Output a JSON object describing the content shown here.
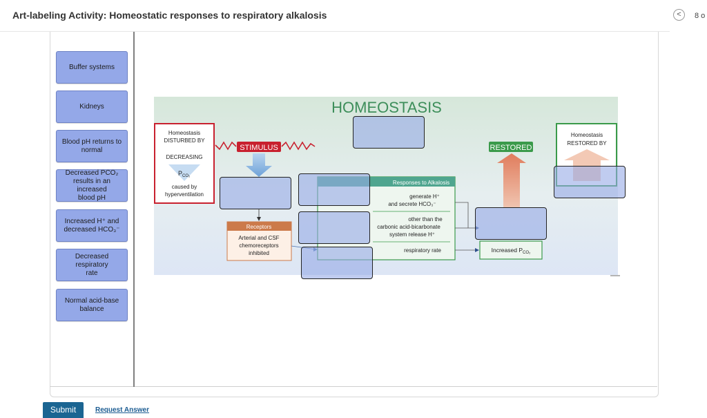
{
  "header": {
    "title": "Art-labeling Activity: Homeostatic responses to respiratory alkalosis",
    "nav_prev": "<",
    "page_count": "8 o"
  },
  "labels": [
    {
      "text": "Buffer systems"
    },
    {
      "text": "Kidneys"
    },
    {
      "text": "Blood pH returns to\nnormal"
    },
    {
      "text": "Decreased PCO₂\nresults in an increased\nblood pH"
    },
    {
      "text": "Increased H⁺ and\ndecreased HCO₃⁻"
    },
    {
      "text": "Decreased respiratory\nrate"
    },
    {
      "text": "Normal acid-base\nbalance"
    }
  ],
  "diagram": {
    "title": "HOMEOSTASIS",
    "disturbed_line1": "Homeostasis",
    "disturbed_line2": "DISTURBED BY",
    "decreasing": "DECREASING",
    "pco2": "P",
    "pco2_sub": "CO₂",
    "caused_by": "caused by",
    "hyperventilation": "hyperventilation",
    "stimulus": "STIMULUS",
    "restored": "RESTORED",
    "restored_line1": "Homeostasis",
    "restored_line2": "RESTORED BY",
    "receptors_header": "Receptors",
    "receptors_line1": "Arterial and CSF",
    "receptors_line2": "chemoreceptors",
    "receptors_line3": "inhibited",
    "responses_header": "Responses to Alkalosis",
    "resp1_line1": "generate H⁺",
    "resp1_line2": "and secrete HCO₃⁻",
    "resp2_line1": "other than the",
    "resp2_line2": "carbonic acid-bicarbonate",
    "resp2_line3": "system release H⁺",
    "resp3": "respiratory rate",
    "increased_pco2": "Increased P",
    "increased_pco2_sub": "CO₂",
    "colors": {
      "red": "#c8202e",
      "green": "#3a9a4a",
      "orange_header": "#cc7a4a",
      "teal_header": "#4fa58f",
      "band": "#d8e8dd"
    }
  },
  "footer": {
    "submit": "Submit",
    "request_answer": "Request Answer"
  }
}
